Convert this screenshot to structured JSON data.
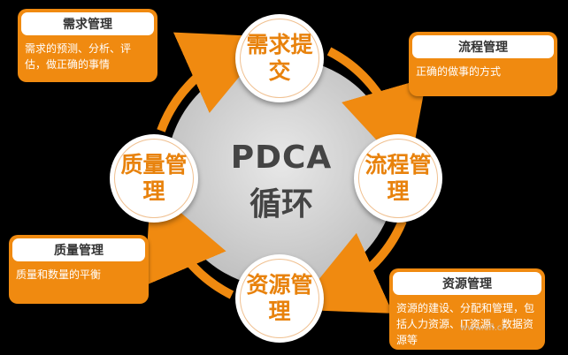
{
  "center": {
    "title": "PDCA",
    "subtitle": "循环"
  },
  "nodes": {
    "demand": "需求提交",
    "process": "流程管理",
    "resource": "资源管理",
    "quality": "质量管理"
  },
  "cards": {
    "demand": {
      "title": "需求管理",
      "desc": "需求的预测、分析、评估，做正确的事情"
    },
    "process": {
      "title": "流程管理",
      "desc": "正确的做事的方式"
    },
    "quality": {
      "title": "质量管理",
      "desc": "质量和数量的平衡"
    },
    "resource": {
      "title": "资源管理",
      "desc": "资源的建设、分配和管理，包括人力资源、IT资源、数据资源等"
    }
  },
  "watermark": "www.cfl.cn",
  "colors": {
    "accent": "#f08a10",
    "circle": "#d6d6d6",
    "background": "#000000"
  }
}
